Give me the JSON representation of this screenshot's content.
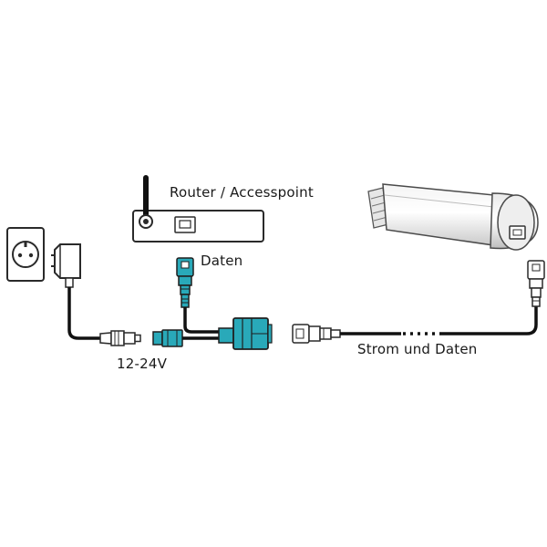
{
  "labels": {
    "router": "Router / Accesspoint",
    "data": "Daten",
    "voltage": "12-24V",
    "power_and_data": "Strom und Daten"
  },
  "colors": {
    "teal": "#29a9b9",
    "cable": "#111111",
    "outline": "#2a2a2a",
    "device_gray": "#d9d9d9"
  }
}
